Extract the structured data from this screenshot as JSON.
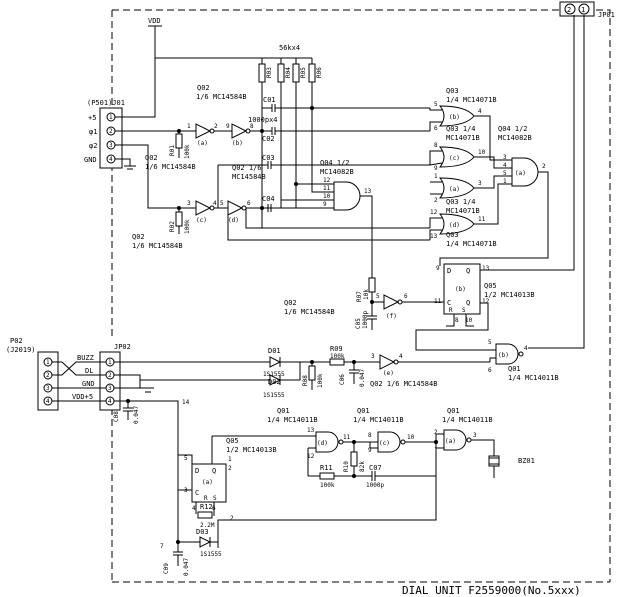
{
  "title": "DIAL UNIT    F2559000(No.5xxx)",
  "power": {
    "vdd": "VDD"
  },
  "connectors": {
    "jp01": {
      "label": "JP01",
      "pins": [
        "2",
        "1"
      ]
    },
    "p501": {
      "label": "(P501)J01",
      "pins": [
        "1",
        "2",
        "3",
        "4"
      ],
      "signals": [
        "+5",
        "φ1",
        "φ2",
        "GND"
      ]
    },
    "p02": {
      "label": "P02",
      "sub": "(J2019)",
      "jp02": "JP02",
      "pins": [
        "1",
        "2",
        "3",
        "4"
      ],
      "signals": [
        "BUZZ",
        "DL",
        "GND",
        "VDD+5"
      ]
    }
  },
  "ic_labels": {
    "q02_top": [
      "Q02",
      "1/6 MC14584B"
    ],
    "q02_mid": [
      "Q02",
      "1/6 MC14584B"
    ],
    "q02_mid2": [
      "Q02    1/6",
      "MC14584B"
    ],
    "q02_low": [
      "Q02",
      "1/6 MC14584B"
    ],
    "q02_f": [
      "Q02",
      "1/6 MC14584B"
    ],
    "q02_e": [
      "Q02  1/6 MC14584B"
    ],
    "q03_top": [
      "Q03",
      "1/4 MC14071B"
    ],
    "q03_2": [
      "Q03    1/4",
      "MC14071B"
    ],
    "q03_3": [
      "Q03    1/4",
      "MC14071B"
    ],
    "q03_4": [
      "Q03",
      "1/4 MC14071B"
    ],
    "q04_a": [
      "Q04   1/2",
      "MC14082B"
    ],
    "q04_b": [
      "Q04   1/2",
      "MC14082B"
    ],
    "q05_top": [
      "Q05",
      "1/2 MC14013B"
    ],
    "q05_low": [
      "Q05",
      "1/2 MC14013B"
    ],
    "q01_b": [
      "Q01",
      "1/4 MC14011B"
    ],
    "q01_d": [
      "Q01",
      "1/4 MC14011B"
    ],
    "q01_c": [
      "Q01",
      "1/4 MC14011B"
    ],
    "q01_a": [
      "Q01",
      "1/4 MC14011B"
    ]
  },
  "gate_tags": [
    "(a)",
    "(b)",
    "(c)",
    "(d)",
    "(e)",
    "(f)"
  ],
  "parts": {
    "r01": [
      "R01",
      "100k"
    ],
    "r02": [
      "R02",
      "100k"
    ],
    "rnet": [
      "R03",
      "R04",
      "R05",
      "R06"
    ],
    "rnet_val": "56kx4",
    "r07": [
      "R07",
      "10k"
    ],
    "r08": [
      "R08",
      "100k"
    ],
    "r09": [
      "R09",
      "100k"
    ],
    "r10": [
      "R10",
      "82k"
    ],
    "r11": [
      "R11",
      "100k"
    ],
    "r12": [
      "R12",
      "2.2M"
    ],
    "c01": [
      "C01",
      "1000px4"
    ],
    "c02": "C02",
    "c03": "C03",
    "c04": "C04",
    "c05": [
      "C05",
      "1000p"
    ],
    "c06": [
      "C06",
      "0.047"
    ],
    "c07": [
      "C07",
      "1000p"
    ],
    "c08": [
      "C08",
      "0.047"
    ],
    "c09": [
      "C09",
      "0.047"
    ],
    "d01": [
      "D01",
      "1S1555"
    ],
    "d02": [
      "D02",
      "1S1555"
    ],
    "d03": [
      "D03",
      "1S1555"
    ],
    "bz01": "BZ01"
  },
  "ff_pins": [
    "D",
    "Q",
    "C",
    "R",
    "S",
    "Q"
  ],
  "pin_numbers": {
    "q02a": [
      "1",
      "2"
    ],
    "q02b": [
      "9",
      "8"
    ],
    "q02c": [
      "3",
      "4"
    ],
    "q02d": [
      "5",
      "6"
    ],
    "q02f": [
      "5",
      "6"
    ],
    "q02e": [
      "3",
      "4"
    ],
    "q03b": [
      "5",
      "6",
      "4"
    ],
    "q03c": [
      "8",
      "9",
      "10"
    ],
    "q03a": [
      "1",
      "2",
      "3"
    ],
    "q03d": [
      "12",
      "13",
      "11"
    ],
    "q04a": [
      "3",
      "4",
      "5",
      "1",
      "2"
    ],
    "q04b": [
      "12",
      "11",
      "10",
      "9",
      "13"
    ],
    "q05top": [
      "9",
      "13",
      "11",
      "8",
      "10",
      "12"
    ],
    "q01b": [
      "5",
      "6",
      "4"
    ],
    "q01d": [
      "13",
      "12",
      "11"
    ],
    "q01c": [
      "8",
      "9",
      "10"
    ],
    "q01a": [
      "2",
      "1",
      "3"
    ],
    "q05low": [
      "5",
      "3",
      "4",
      "6",
      "1",
      "2"
    ],
    "misc": [
      "7",
      "14",
      "2"
    ]
  }
}
